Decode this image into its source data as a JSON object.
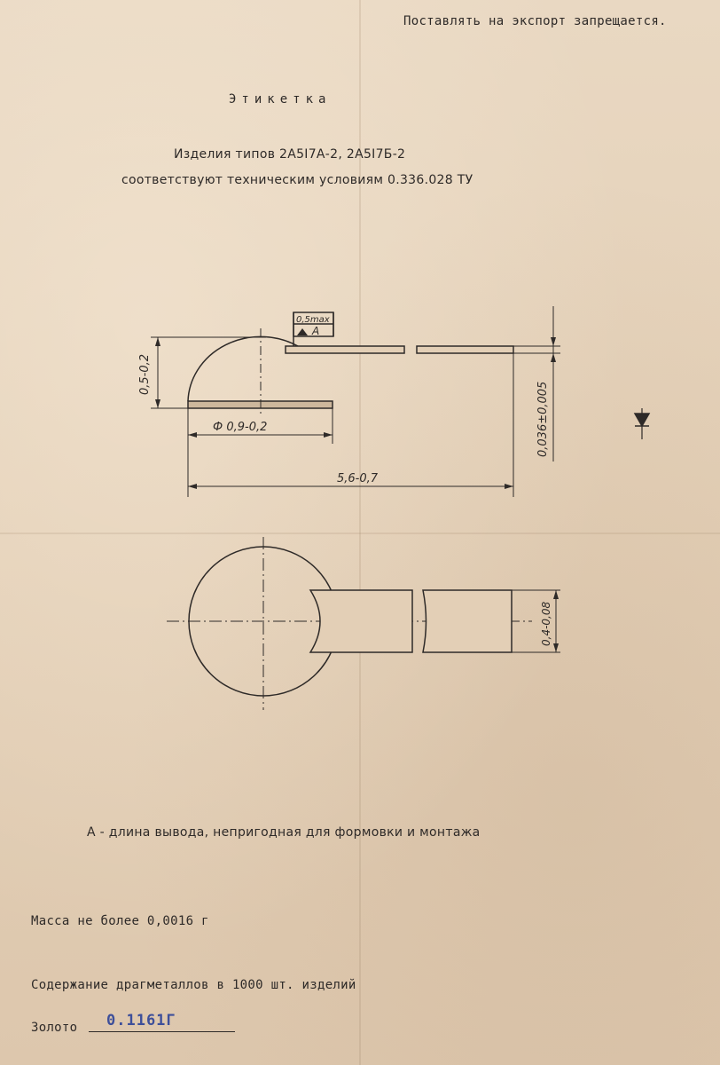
{
  "header": {
    "export_note": "Поставлять на экспорт запрещается.",
    "title": "Этикетка",
    "products_line": "Изделия типов 2А5I7А-2, 2А5I7Б-2",
    "tu_line": "соответствуют техническим условиям 0.336.028 ТУ"
  },
  "drawing": {
    "dim_height": "0,5-0,2",
    "dim_diameter": "Ф 0,9-0,2",
    "dim_length": "5,6-0,7",
    "dim_thickness": "0,036±0,005",
    "dim_width": "0,4-0,08",
    "tolerance_value": "0,5max",
    "tolerance_ref": "A"
  },
  "notes": {
    "lead_note": "А - длина вывода, непригодная для формовки и монтажа",
    "mass": "Масса не более 0,0016 г",
    "precious_metals": "Содержание драгметаллов в 1000 шт. изделий",
    "gold_label": "Золото",
    "gold_value": "0.1161Г"
  },
  "colors": {
    "ink": "#2e2a28",
    "stamp_blue": "#3d4f9a",
    "paper": "#e6d4bd"
  }
}
